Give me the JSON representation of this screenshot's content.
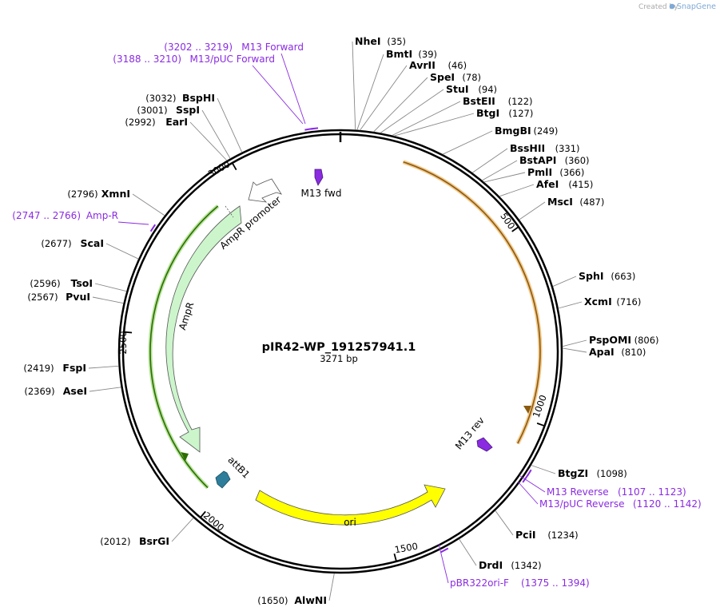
{
  "header": {
    "created_by": "Created by",
    "brand": "SnapGene",
    "brand_color": "#7fa9d6"
  },
  "plasmid": {
    "name": "pIR42-WP_191257941.1",
    "length_bp": 3271,
    "length_label": "3271 bp"
  },
  "ticks": [
    {
      "pos": 500,
      "label": "500"
    },
    {
      "pos": 1000,
      "label": "1000"
    },
    {
      "pos": 1500,
      "label": "1500"
    },
    {
      "pos": 2000,
      "label": "2000"
    },
    {
      "pos": 2500,
      "label": "2500"
    },
    {
      "pos": 3000,
      "label": "3000"
    }
  ],
  "enzymes": [
    {
      "name": "NheI",
      "pos": 35,
      "pos_label": "(35)"
    },
    {
      "name": "BmtI",
      "pos": 39,
      "pos_label": "(39)"
    },
    {
      "name": "AvrII",
      "pos": 46,
      "pos_label": "(46)"
    },
    {
      "name": "SpeI",
      "pos": 78,
      "pos_label": "(78)"
    },
    {
      "name": "StuI",
      "pos": 94,
      "pos_label": "(94)"
    },
    {
      "name": "BstEII",
      "pos": 122,
      "pos_label": "(122)"
    },
    {
      "name": "BtgI",
      "pos": 127,
      "pos_label": "(127)"
    },
    {
      "name": "BmgBI",
      "pos": 249,
      "pos_label": "(249)"
    },
    {
      "name": "BssHII",
      "pos": 331,
      "pos_label": "(331)"
    },
    {
      "name": "BstAPI",
      "pos": 360,
      "pos_label": "(360)"
    },
    {
      "name": "PmlI",
      "pos": 366,
      "pos_label": "(366)"
    },
    {
      "name": "AfeI",
      "pos": 415,
      "pos_label": "(415)"
    },
    {
      "name": "MscI",
      "pos": 487,
      "pos_label": "(487)"
    },
    {
      "name": "SphI",
      "pos": 663,
      "pos_label": "(663)"
    },
    {
      "name": "XcmI",
      "pos": 716,
      "pos_label": "(716)"
    },
    {
      "name": "PspOMI",
      "pos": 806,
      "pos_label": "(806)"
    },
    {
      "name": "ApaI",
      "pos": 810,
      "pos_label": "(810)"
    },
    {
      "name": "BtgZI",
      "pos": 1098,
      "pos_label": "(1098)"
    },
    {
      "name": "PciI",
      "pos": 1234,
      "pos_label": "(1234)"
    },
    {
      "name": "DrdI",
      "pos": 1342,
      "pos_label": "(1342)"
    },
    {
      "name": "AlwNI",
      "pos": 1650,
      "pos_label": "(1650)"
    },
    {
      "name": "BsrGI",
      "pos": 2012,
      "pos_label": "(2012)"
    },
    {
      "name": "AseI",
      "pos": 2369,
      "pos_label": "(2369)"
    },
    {
      "name": "FspI",
      "pos": 2419,
      "pos_label": "(2419)"
    },
    {
      "name": "PvuI",
      "pos": 2567,
      "pos_label": "(2567)"
    },
    {
      "name": "TsoI",
      "pos": 2596,
      "pos_label": "(2596)"
    },
    {
      "name": "ScaI",
      "pos": 2677,
      "pos_label": "(2677)"
    },
    {
      "name": "XmnI",
      "pos": 2796,
      "pos_label": "(2796)"
    },
    {
      "name": "EarI",
      "pos": 2992,
      "pos_label": "(2992)"
    },
    {
      "name": "SspI",
      "pos": 3001,
      "pos_label": "(3001)"
    },
    {
      "name": "BspHI",
      "pos": 3032,
      "pos_label": "(3032)"
    }
  ],
  "primers": [
    {
      "name": "M13 Forward",
      "range": "(3202 .. 3219)",
      "start": 3202,
      "end": 3219
    },
    {
      "name": "M13/pUC Forward",
      "range": "(3188 .. 3210)",
      "start": 3188,
      "end": 3210
    },
    {
      "name": "Amp-R",
      "range": "(2747 .. 2766)",
      "start": 2747,
      "end": 2766
    },
    {
      "name": "M13 Reverse",
      "range": "(1107 .. 1123)",
      "start": 1107,
      "end": 1123
    },
    {
      "name": "M13/pUC Reverse",
      "range": "(1120 .. 1142)",
      "start": 1120,
      "end": 1142
    },
    {
      "name": "pBR322ori-F",
      "range": "(1375 .. 1394)",
      "start": 1375,
      "end": 1394
    }
  ],
  "features": [
    {
      "name": "AmpR promoter",
      "type": "promoter",
      "color": "#ffffff"
    },
    {
      "name": "AmpR",
      "type": "CDS",
      "color": "#ccf5cc"
    },
    {
      "name": "ori",
      "type": "rep_origin",
      "color": "#ffff00"
    },
    {
      "name": "M13 fwd",
      "type": "primer_bind",
      "color": "#8a2be2"
    },
    {
      "name": "M13 rev",
      "type": "primer_bind",
      "color": "#8a2be2"
    },
    {
      "name": "attB1",
      "type": "misc_recomb",
      "color": "#2e7d9a"
    }
  ],
  "colors": {
    "backbone": "#000000",
    "primer": "#8a2be2",
    "orf_orange": "#e8a040",
    "orf_green": "#3a8a00"
  }
}
